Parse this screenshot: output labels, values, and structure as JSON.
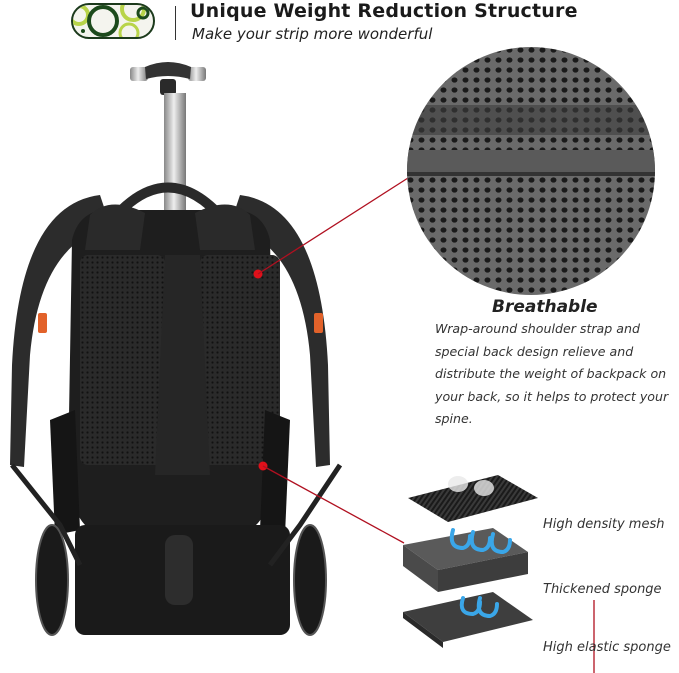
{
  "header": {
    "title": "Unique Weight Reduction Structure",
    "subtitle": "Make your strip more wonderful"
  },
  "feature": {
    "title": "Breathable",
    "description": "Wrap-around shoulder strap and special back design relieve and distribute  the weight of backpack on your back, so it helps to protect your spine."
  },
  "layers": [
    {
      "label": "High density mesh"
    },
    {
      "label": "Thickened sponge"
    },
    {
      "label": "High elastic sponge"
    }
  ],
  "colors": {
    "callout_line": "#b01020",
    "callout_dot": "#e0101a",
    "arrow": "#3aa6e8",
    "accent_orange": "#e2622a",
    "logo_green": "#1c4a1c",
    "logo_lime": "#b8d44a"
  }
}
